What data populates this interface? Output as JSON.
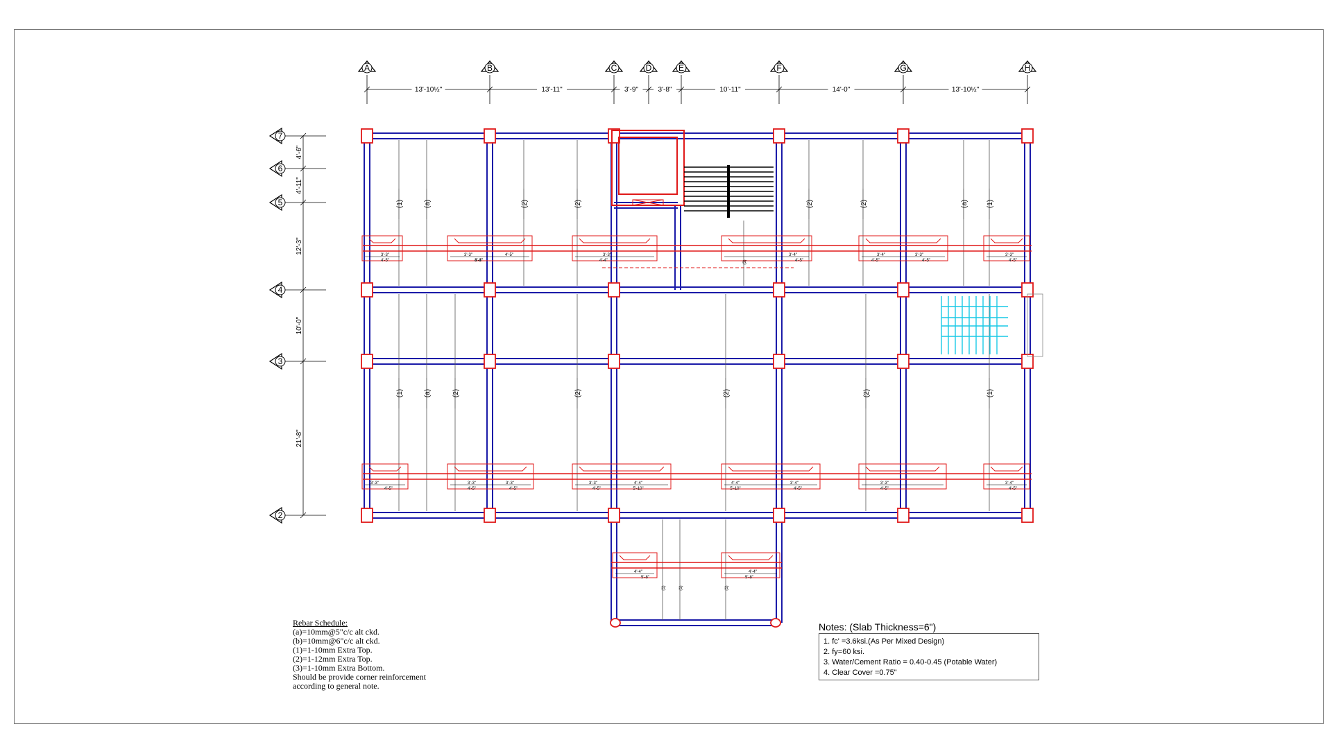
{
  "grid_columns": [
    "A",
    "B",
    "C",
    "D",
    "E",
    "F",
    "G",
    "H"
  ],
  "grid_rows": [
    "7",
    "6",
    "5",
    "4",
    "3",
    "2"
  ],
  "column_dimensions": [
    "13'-10½\"",
    "13'-11\"",
    "3'-9\"",
    "3'-8\"",
    "10'-11\"",
    "14'-0\"",
    "13'-10½\""
  ],
  "row_dimensions": [
    "4'-6\"",
    "4'-11\"",
    "12'-3\"",
    "10'-0\"",
    "21'-8\""
  ],
  "bar_marks": {
    "top_panel": [
      "(1)",
      "(a)",
      "(2)",
      "(2)",
      "(2)",
      "(2)",
      "(a)",
      "(1)"
    ],
    "bottom_panel": [
      "(1)",
      "(a)",
      "(2)",
      "(2)",
      "(2)",
      "(2)",
      "(1)"
    ],
    "cantilever": [
      "(1)",
      "(1)",
      "(1)"
    ],
    "stair": [
      "(3)"
    ]
  },
  "extra_top_labels_upper": [
    "3'-3\"",
    "4'-5\"",
    "3'-3\"",
    "3'-3\"",
    "4'-5\"",
    "4'-4\"",
    "3'-3\"",
    "4'-4\"",
    "3'-4\"",
    "4'-5\"",
    "3'-4\"",
    "4'-5\"",
    "3'-3\"",
    "4'-5\"",
    "3'-3\"",
    "4'-5\""
  ],
  "extra_top_labels_lower": [
    "3'-3\"",
    "4'-5\"",
    "3'-3\"",
    "4'-5\"",
    "3'-3\"",
    "4'-5\"",
    "3'-3\"",
    "4'-5\"",
    "4'-4\"",
    "5'-10\"",
    "4'-4\"",
    "5'-10\"",
    "3'-4\"",
    "4'-5\"",
    "3'-3\"",
    "4'-5\"",
    "3'-4\"",
    "4'-5\""
  ],
  "cantilever_labels": [
    "4'-4\"",
    "5'-8\"",
    "4'-4\"",
    "5'-8\""
  ],
  "rebar_schedule": {
    "title": "Rebar Schedule:",
    "lines": [
      "(a)=10mm@5\"c/c alt ckd.",
      "(b)=10mm@6\"c/c alt ckd.",
      "(1)=1-10mm Extra Top.",
      "(2)=1-12mm Extra Top.",
      "(3)=1-10mm Extra Bottom.",
      "Should be provide corner reinforcement",
      "according to general note."
    ]
  },
  "notes": {
    "title": "Notes: (Slab Thickness=6\")",
    "items": [
      "1. fc' =3.6ksi.(As Per Mixed Design)",
      "2. fy=60 ksi.",
      "3. Water/Cement Ratio = 0.40-0.45 (Potable Water)",
      "4. Clear Cover =0.75\""
    ]
  },
  "colors": {
    "beam": "#1a1aa8",
    "column": "#e01818",
    "rebar": "#e01818",
    "stair": "#000000",
    "ramp": "#19c9e6",
    "frame": "#777777"
  }
}
